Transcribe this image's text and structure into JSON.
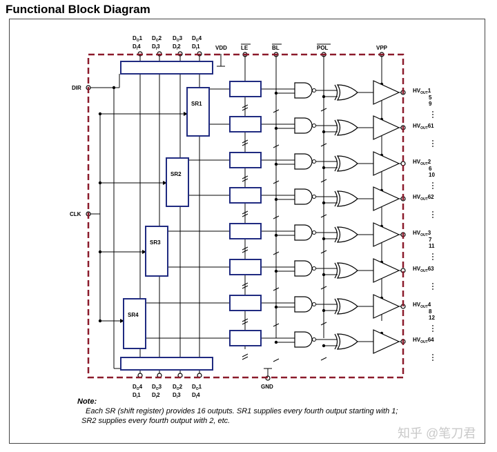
{
  "title": "Functional Block Diagram",
  "colors": {
    "border_dashed": "#8b1a2b",
    "blocks": "#1f2a80",
    "wires": "#000000"
  },
  "top_pins": [
    {
      "d": "D",
      "d_sub": "O",
      "d_num": "1",
      "i": "D",
      "i_sub": "I",
      "i_num": "4"
    },
    {
      "d": "D",
      "d_sub": "O",
      "d_num": "2",
      "i": "D",
      "i_sub": "I",
      "i_num": "3"
    },
    {
      "d": "D",
      "d_sub": "O",
      "d_num": "3",
      "i": "D",
      "i_sub": "I",
      "i_num": "2"
    },
    {
      "d": "D",
      "d_sub": "O",
      "d_num": "4",
      "i": "D",
      "i_sub": "I",
      "i_num": "1"
    }
  ],
  "bottom_pins": [
    {
      "d": "D",
      "d_sub": "O",
      "d_num": "4",
      "i": "D",
      "i_sub": "I",
      "i_num": "1"
    },
    {
      "d": "D",
      "d_sub": "O",
      "d_num": "3",
      "i": "D",
      "i_sub": "I",
      "i_num": "2"
    },
    {
      "d": "D",
      "d_sub": "O",
      "d_num": "2",
      "i": "D",
      "i_sub": "I",
      "i_num": "3"
    },
    {
      "d": "D",
      "d_sub": "O",
      "d_num": "1",
      "i": "D",
      "i_sub": "I",
      "i_num": "4"
    }
  ],
  "signals": {
    "vdd": "VDD",
    "le": "LE",
    "bl": "BL",
    "pol": "POL",
    "vpp": "VPP",
    "gnd": "GND",
    "dir": "DIR",
    "clk": "CLK"
  },
  "shift_registers": [
    "SR1",
    "SR2",
    "SR3",
    "SR4"
  ],
  "outputs": [
    {
      "prefix": "HV",
      "sub": "OUT",
      "num": "1",
      "extra": [
        "5",
        "9"
      ]
    },
    {
      "prefix": "HV",
      "sub": "OUT",
      "num": "61",
      "extra": []
    },
    {
      "prefix": "HV",
      "sub": "OUT",
      "num": "2",
      "extra": [
        "6",
        "10"
      ]
    },
    {
      "prefix": "HV",
      "sub": "OUT",
      "num": "62",
      "extra": []
    },
    {
      "prefix": "HV",
      "sub": "OUT",
      "num": "3",
      "extra": [
        "7",
        "11"
      ]
    },
    {
      "prefix": "HV",
      "sub": "OUT",
      "num": "63",
      "extra": []
    },
    {
      "prefix": "HV",
      "sub": "OUT",
      "num": "4",
      "extra": [
        "8",
        "12"
      ]
    },
    {
      "prefix": "HV",
      "sub": "OUT",
      "num": "64",
      "extra": []
    }
  ],
  "note": {
    "title": "Note:",
    "line1": "Each SR (shift register) provides 16 outputs. SR1 supplies every fourth output starting with 1;",
    "line2": "SR2 supplies every fourth output with 2, etc."
  },
  "watermark": "知乎 @笔刀君"
}
